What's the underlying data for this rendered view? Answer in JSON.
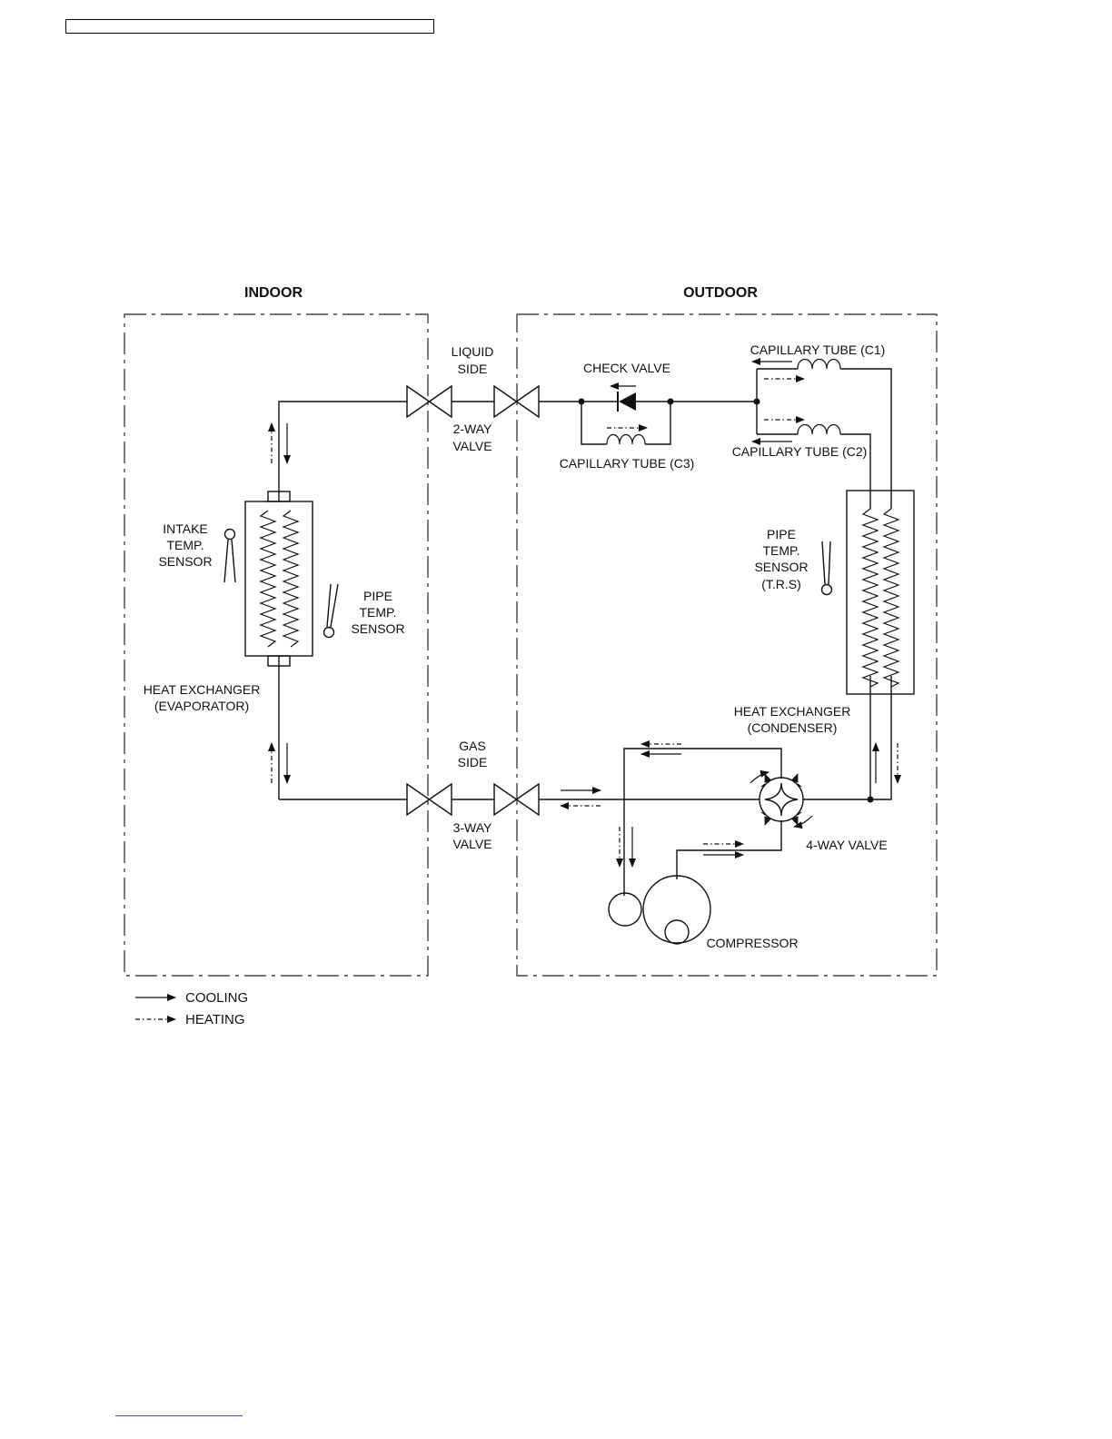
{
  "header": {
    "title_box": ""
  },
  "diagram": {
    "indoor_title": "INDOOR",
    "outdoor_title": "OUTDOOR",
    "liquid_side": [
      "LIQUID",
      "SIDE"
    ],
    "two_way_valve": [
      "2-WAY",
      "VALVE"
    ],
    "gas_side": [
      "GAS",
      "SIDE"
    ],
    "three_way_valve": [
      "3-WAY",
      "VALVE"
    ],
    "check_valve": "CHECK VALVE",
    "capillary_c1": "CAPILLARY TUBE (C1)",
    "capillary_c2": "CAPILLARY TUBE (C2)",
    "capillary_c3": "CAPILLARY TUBE (C3)",
    "intake_sensor": [
      "INTAKE",
      "TEMP.",
      "SENSOR"
    ],
    "indoor_pipe_sensor": [
      "PIPE",
      "TEMP.",
      "SENSOR"
    ],
    "outdoor_pipe_sensor": [
      "PIPE",
      "TEMP.",
      "SENSOR",
      "(T.R.S)"
    ],
    "evaporator": [
      "HEAT EXCHANGER",
      "(EVAPORATOR)"
    ],
    "condenser": [
      "HEAT EXCHANGER",
      "(CONDENSER)"
    ],
    "four_way_valve": "4-WAY VALVE",
    "compressor": "COMPRESSOR"
  },
  "legend": {
    "cooling": "COOLING",
    "heating": "HEATING"
  }
}
